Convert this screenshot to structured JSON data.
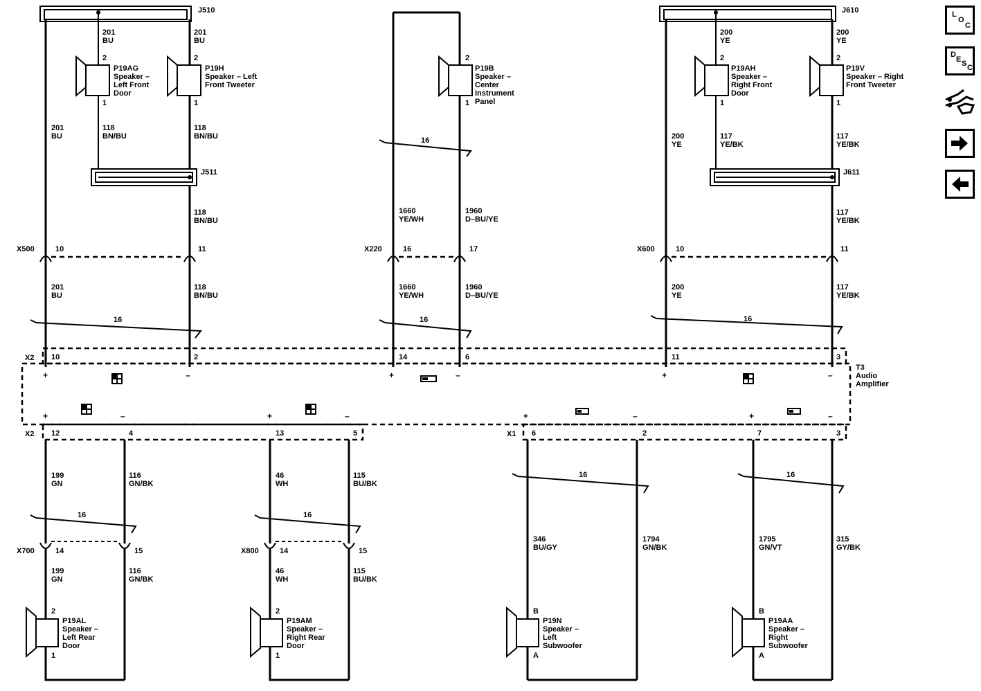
{
  "connectors": {
    "j510": "J510",
    "j511_left": "J511",
    "j610": "J610",
    "j611": "J611",
    "x500": "X500",
    "x220": "X220",
    "x600": "X600",
    "x2_top": "X2",
    "x2_bottom": "X2",
    "x1": "X1",
    "x700": "X700",
    "x800": "X800"
  },
  "speakers": {
    "p19ag": [
      "P19AG",
      "Speaker –",
      "Left Front",
      "Door"
    ],
    "p19h": [
      "P19H",
      "Speaker – Left",
      "Front Tweeter"
    ],
    "p19b": [
      "P19B",
      "Speaker –",
      "Center",
      "Instrument",
      "Panel"
    ],
    "p19ah": [
      "P19AH",
      "Speaker –",
      "Right Front",
      "Door"
    ],
    "p19v": [
      "P19V",
      "Speaker – Right",
      "Front Tweeter"
    ],
    "p19al": [
      "P19AL",
      "Speaker –",
      "Left Rear",
      "Door"
    ],
    "p19am": [
      "P19AM",
      "Speaker –",
      "Right Rear",
      "Door"
    ],
    "p19n": [
      "P19N",
      "Speaker –",
      "Left",
      "Subwoofer"
    ],
    "p19aa": [
      "P19AA",
      "Speaker –",
      "Right",
      "Subwoofer"
    ]
  },
  "amplifier": [
    "T3",
    "Audio",
    "Amplifier"
  ],
  "twisted_pair": "16",
  "pins": {
    "two": "2",
    "one": "1",
    "b": "B",
    "a": "A",
    "p10": "10",
    "p11": "11",
    "p16": "16",
    "p17": "17",
    "p14": "14",
    "p15": "15",
    "x2_10": "10",
    "x2_2": "2",
    "x2_14": "14",
    "x2_6": "6",
    "x2_11": "11",
    "x2_3": "3",
    "x2_12": "12",
    "x2_4": "4",
    "x2_13": "13",
    "x2_5": "5",
    "x1_6": "6",
    "x1_2": "2",
    "x1_7": "7",
    "x1_3": "3"
  },
  "polarity": {
    "plus": "+",
    "minus": "–"
  },
  "wires": {
    "c201": "201",
    "bu": "BU",
    "c118": "118",
    "bnbu": "BN/BU",
    "c1660": "1660",
    "yewh": "YE/WH",
    "c1960": "1960",
    "dbuye": "D–BU/YE",
    "c200": "200",
    "ye": "YE",
    "c117": "117",
    "yebk": "YE/BK",
    "c199": "199",
    "gn": "GN",
    "c116": "116",
    "gnbk": "GN/BK",
    "c46": "46",
    "wh": "WH",
    "c115": "115",
    "bubk": "BU/BK",
    "c346": "346",
    "bugy": "BU/GY",
    "c1794": "1794",
    "gnbk2": "GN/BK",
    "c1795": "1795",
    "gnvt": "GN/VT",
    "c315": "315",
    "gybk": "GY/BK"
  },
  "nav": {
    "loc": [
      "L",
      "O",
      "C"
    ],
    "desc": [
      "D",
      "E",
      "S",
      "C"
    ]
  }
}
